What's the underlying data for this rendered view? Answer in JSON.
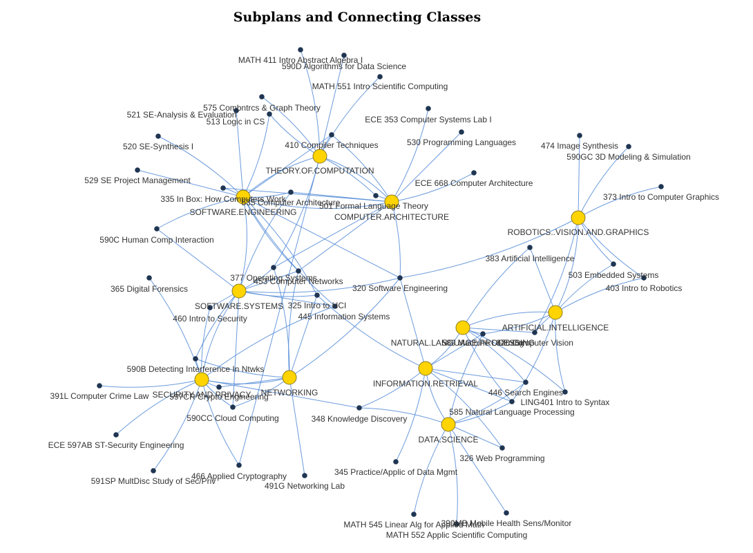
{
  "title": "Subplans and Connecting Classes",
  "colors": {
    "edge": "#5a8fd8",
    "hub": "#ffd400",
    "leaf": "#1f3552",
    "text": "#333333"
  },
  "hubs": [
    {
      "id": "SE",
      "label": "SOFTWARE.ENGINEERING"
    },
    {
      "id": "TC",
      "label": "THEORY.OF.COMPUTATION"
    },
    {
      "id": "CA",
      "label": "COMPUTER.ARCHITECTURE"
    },
    {
      "id": "RVG",
      "label": "ROBOTICS..VISION.AND.GRAPHICS"
    },
    {
      "id": "SS",
      "label": "SOFTWARE.SYSTEMS"
    },
    {
      "id": "AI",
      "label": "ARTIFICIAL.INTELLIGENCE"
    },
    {
      "id": "NLP",
      "label": "NATURAL.LANGUAGE.PROCESSING"
    },
    {
      "id": "IR",
      "label": "INFORMATION.RETRIEVAL"
    },
    {
      "id": "SP",
      "label": "SECURITY.AND.PRIVACY"
    },
    {
      "id": "NET",
      "label": "NETWORKING"
    },
    {
      "id": "DS",
      "label": "DATA.SCIENCE"
    }
  ],
  "leaves": [
    {
      "id": "m411",
      "label": "MATH 411  Intro Abstract Algebra I",
      "links": [
        "TC"
      ]
    },
    {
      "id": "c590d",
      "label": "590D  Algorithms for Data Science",
      "links": [
        "TC"
      ]
    },
    {
      "id": "m551",
      "label": "MATH 551  Intro Scientific Computing",
      "links": [
        "TC"
      ]
    },
    {
      "id": "c575",
      "label": "575  Combntrcs & Graph Theory",
      "links": [
        "TC"
      ]
    },
    {
      "id": "c521",
      "label": "521 SE-Analysis & Evaluation",
      "links": [
        "SE"
      ]
    },
    {
      "id": "c513",
      "label": "513  Logic in CS",
      "links": [
        "TC",
        "SE"
      ]
    },
    {
      "id": "e353",
      "label": "ECE 353  Computer Systems Lab I",
      "links": [
        "CA"
      ]
    },
    {
      "id": "c530",
      "label": "530  Programming Languages",
      "links": [
        "CA"
      ]
    },
    {
      "id": "c410",
      "label": "410  Compiler Techniques",
      "links": [
        "TC",
        "CA",
        "SE"
      ]
    },
    {
      "id": "c520",
      "label": "520 SE-Synthesis I",
      "links": [
        "SE"
      ]
    },
    {
      "id": "c474",
      "label": "474  Image Synthesis",
      "links": [
        "RVG"
      ]
    },
    {
      "id": "c590gc",
      "label": "590GC  3D Modeling & Simulation",
      "links": [
        "RVG"
      ]
    },
    {
      "id": "e668",
      "label": "ECE 668  Computer Architecture",
      "links": [
        "CA"
      ]
    },
    {
      "id": "c529",
      "label": "529  SE Project Management",
      "links": [
        "SE"
      ]
    },
    {
      "id": "c373",
      "label": "373  Intro to Computer Graphics",
      "links": [
        "RVG"
      ]
    },
    {
      "id": "c335",
      "label": "335  In Box: How Computers Work",
      "links": [
        "SE",
        "CA"
      ]
    },
    {
      "id": "c535",
      "label": "535  Computer Architecture",
      "links": [
        "CA",
        "SS",
        "SE"
      ]
    },
    {
      "id": "c501",
      "label": "501  Formal Language Theory",
      "links": [
        "TC",
        "CA"
      ]
    },
    {
      "id": "c590c",
      "label": "590C  Human Comp Interaction",
      "links": [
        "SE",
        "SS"
      ]
    },
    {
      "id": "c383",
      "label": "383  Artificial Intelligence",
      "links": [
        "AI",
        "NLP"
      ]
    },
    {
      "id": "c503",
      "label": "503 Embedded Systems",
      "links": [
        "AI",
        "RVG"
      ]
    },
    {
      "id": "c377",
      "label": "377  Operating Systems",
      "links": [
        "SS",
        "CA",
        "TC",
        "NET"
      ]
    },
    {
      "id": "c453",
      "label": "453  Computer Networks",
      "links": [
        "SS",
        "NET",
        "SE",
        "CA"
      ]
    },
    {
      "id": "c403",
      "label": "403  Intro to Robotics",
      "links": [
        "AI",
        "RVG"
      ]
    },
    {
      "id": "c365",
      "label": "365  Digital Forensics",
      "links": [
        "SP"
      ]
    },
    {
      "id": "c320",
      "label": "320  Software Engineering",
      "links": [
        "SE",
        "CA",
        "SS",
        "IR",
        "RVG",
        "NET"
      ]
    },
    {
      "id": "c325",
      "label": "325  Intro to HCI",
      "links": [
        "SE",
        "SS",
        "NET",
        "IR"
      ]
    },
    {
      "id": "c445",
      "label": "445 Information Systems",
      "links": [
        "SE",
        "SS",
        "SP"
      ]
    },
    {
      "id": "c460",
      "label": "460  Intro to Security",
      "links": [
        "SS",
        "SP"
      ]
    },
    {
      "id": "c589",
      "label": "589 Machine Learning",
      "links": [
        "AI",
        "NLP",
        "IR",
        "DS"
      ]
    },
    {
      "id": "c370",
      "label": "370  Computer Vision",
      "links": [
        "AI",
        "NLP",
        "RVG"
      ]
    },
    {
      "id": "c590b",
      "label": "590B  Detecting Interference In Ntwks",
      "links": [
        "SP",
        "NET",
        "SS"
      ]
    },
    {
      "id": "c391l",
      "label": "391L  Computer Crime Law",
      "links": [
        "SP"
      ]
    },
    {
      "id": "c597cr",
      "label": "597CR  Crypto Engineering",
      "links": [
        "SP",
        "NET"
      ]
    },
    {
      "id": "c446",
      "label": "446 Search Engines",
      "links": [
        "IR",
        "NLP",
        "DS"
      ]
    },
    {
      "id": "ling401",
      "label": "LING401 Intro to Syntax",
      "links": [
        "NLP",
        "AI"
      ]
    },
    {
      "id": "c585",
      "label": "585 Natural Language Processing",
      "links": [
        "NLP",
        "IR",
        "AI",
        "DS"
      ]
    },
    {
      "id": "c590cc",
      "label": "590CC  Cloud Computing",
      "links": [
        "SS",
        "NET",
        "SP"
      ]
    },
    {
      "id": "c348",
      "label": "348  Knowledge Discovery",
      "links": [
        "IR",
        "DS",
        "SP"
      ]
    },
    {
      "id": "e597ab",
      "label": "ECE 597AB  ST-Security Engineering",
      "links": [
        "SP"
      ]
    },
    {
      "id": "c326",
      "label": "326  Web Programming",
      "links": [
        "DS",
        "IR"
      ]
    },
    {
      "id": "c591sp",
      "label": "591SP  MultDisc Study of Sec/Priv",
      "links": [
        "SP"
      ]
    },
    {
      "id": "c466",
      "label": "466  Applied Cryptography",
      "links": [
        "SP",
        "TC"
      ]
    },
    {
      "id": "c491g",
      "label": "491G  Networking Lab",
      "links": [
        "NET"
      ]
    },
    {
      "id": "c345",
      "label": "345  Practice/Applic of Data Mgmt",
      "links": [
        "IR"
      ]
    },
    {
      "id": "m545",
      "label": "MATH 545 Linear Alg for Applied Math",
      "links": [
        "DS"
      ]
    },
    {
      "id": "c390mb",
      "label": "390MB  Mobile Health Sens/Monitor",
      "links": [
        "DS"
      ]
    },
    {
      "id": "m552",
      "label": "MATH 552 Applic Scientific Computing",
      "links": [
        "DS"
      ]
    }
  ],
  "hub_links": [
    [
      "SE",
      "TC"
    ],
    [
      "SE",
      "CA"
    ],
    [
      "TC",
      "CA"
    ],
    [
      "SS",
      "SE"
    ],
    [
      "NET",
      "SP"
    ],
    [
      "IR",
      "DS"
    ],
    [
      "NLP",
      "AI"
    ],
    [
      "IR",
      "NLP"
    ],
    [
      "RVG",
      "AI"
    ],
    [
      "SS",
      "SP"
    ]
  ]
}
